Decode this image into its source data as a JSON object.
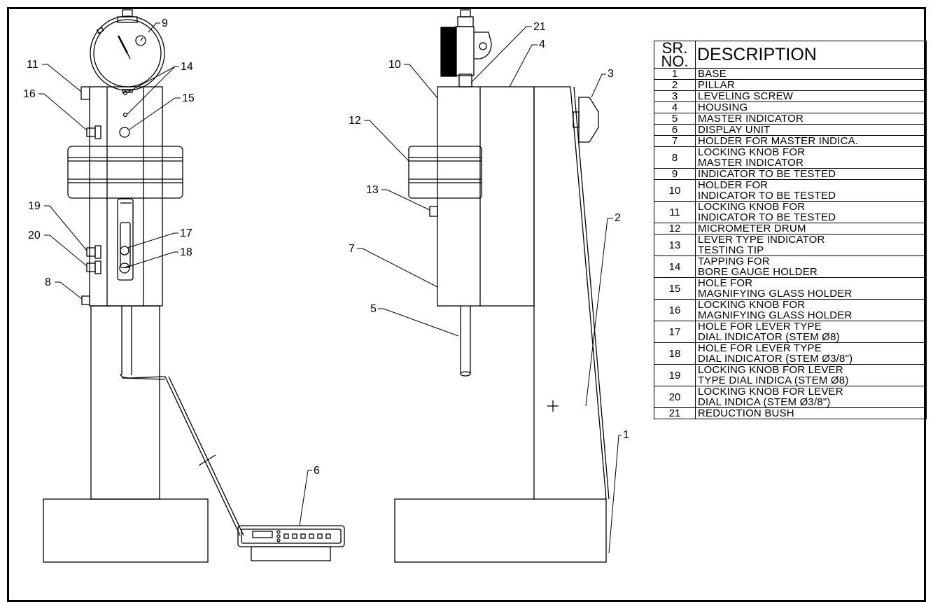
{
  "table": {
    "header_no": "SR.\nNO.",
    "header_desc": "DESCRIPTION",
    "rows": [
      {
        "no": "1",
        "desc": "BASE"
      },
      {
        "no": "2",
        "desc": "PILLAR"
      },
      {
        "no": "3",
        "desc": "LEVELING SCREW"
      },
      {
        "no": "4",
        "desc": "HOUSING"
      },
      {
        "no": "5",
        "desc": "MASTER INDICATOR"
      },
      {
        "no": "6",
        "desc": "DISPLAY UNIT"
      },
      {
        "no": "7",
        "desc": "HOLDER FOR MASTER INDICA."
      },
      {
        "no": "8",
        "desc": "LOCKING KNOB FOR\nMASTER INDICATOR"
      },
      {
        "no": "9",
        "desc": "INDICATOR TO BE TESTED"
      },
      {
        "no": "10",
        "desc": "HOLDER FOR\nINDICATOR TO BE TESTED"
      },
      {
        "no": "11",
        "desc": "LOCKING KNOB FOR\nINDICATOR TO BE TESTED"
      },
      {
        "no": "12",
        "desc": "MICROMETER DRUM"
      },
      {
        "no": "13",
        "desc": "LEVER TYPE INDICATOR\nTESTING TIP"
      },
      {
        "no": "14",
        "desc": "TAPPING  FOR\nBORE GAUGE HOLDER"
      },
      {
        "no": "15",
        "desc": "HOLE FOR\nMAGNIFYING GLASS HOLDER"
      },
      {
        "no": "16",
        "desc": "LOCKING KNOB FOR\nMAGNIFYING GLASS HOLDER"
      },
      {
        "no": "17",
        "desc": "HOLE FOR LEVER TYPE\nDIAL INDICATOR (STEM Ø8)"
      },
      {
        "no": "18",
        "desc": "HOLE FOR LEVER TYPE\nDIAL INDICATOR (STEM Ø3/8\")"
      },
      {
        "no": "19",
        "desc": "LOCKING KNOB FOR LEVER\nTYPE DIAL INDICA (STEM Ø8)"
      },
      {
        "no": "20",
        "desc": "LOCKING KNOB FOR LEVER\nDIAL INDICA (STEM Ø3/8\")"
      },
      {
        "no": "21",
        "desc": "REDUCTION BUSH"
      }
    ]
  },
  "callouts": {
    "c1": "1",
    "c2": "2",
    "c3": "3",
    "c4": "4",
    "c5": "5",
    "c6": "6",
    "c7": "7",
    "c8": "8",
    "c9": "9",
    "c10": "10",
    "c11": "11",
    "c12": "12",
    "c13": "13",
    "c14": "14",
    "c15": "15",
    "c16": "16",
    "c17": "17",
    "c18": "18",
    "c19": "19",
    "c20": "20",
    "c21": "21"
  }
}
